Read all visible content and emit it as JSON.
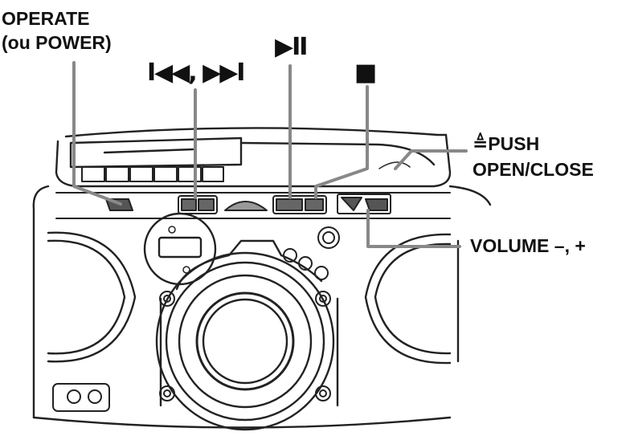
{
  "labels": {
    "operate_line1": "OPERATE",
    "operate_line2": "(ou POWER)",
    "skip_symbols": "I◀◀, ▶▶I",
    "play_pause_symbol": "▶II",
    "stop_symbol": "■",
    "push_line1": "≜PUSH",
    "push_line2": "OPEN/CLOSE",
    "volume": "VOLUME –, +"
  }
}
